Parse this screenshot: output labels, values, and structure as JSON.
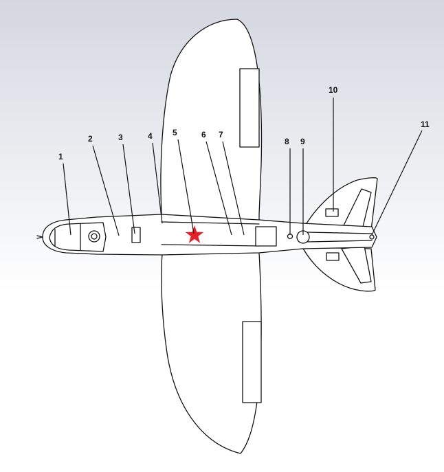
{
  "diagram": {
    "star_color": "#e8202a",
    "line_color": "#111111",
    "surface_color": "#ffffff",
    "callouts": [
      {
        "id": "1",
        "label": "1"
      },
      {
        "id": "2",
        "label": "2"
      },
      {
        "id": "3",
        "label": "3"
      },
      {
        "id": "4",
        "label": "4"
      },
      {
        "id": "5",
        "label": "5"
      },
      {
        "id": "6",
        "label": "6"
      },
      {
        "id": "7",
        "label": "7"
      },
      {
        "id": "8",
        "label": "8"
      },
      {
        "id": "9",
        "label": "9"
      },
      {
        "id": "10",
        "label": "10"
      },
      {
        "id": "11",
        "label": "11"
      }
    ]
  }
}
